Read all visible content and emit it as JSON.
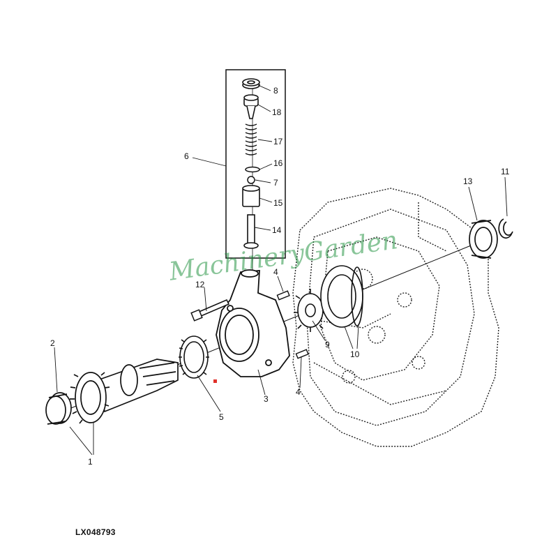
{
  "diagram": {
    "reference_code": "LX048793",
    "watermark": "MachineryGarden",
    "callouts": [
      {
        "id": "c1",
        "label": "1"
      },
      {
        "id": "c2",
        "label": "2"
      },
      {
        "id": "c3",
        "label": "3"
      },
      {
        "id": "c4a",
        "label": "4"
      },
      {
        "id": "c4b",
        "label": "4"
      },
      {
        "id": "c5",
        "label": "5"
      },
      {
        "id": "c6",
        "label": "6"
      },
      {
        "id": "c7",
        "label": "7"
      },
      {
        "id": "c8",
        "label": "8"
      },
      {
        "id": "c9",
        "label": "9"
      },
      {
        "id": "c10",
        "label": "10"
      },
      {
        "id": "c11",
        "label": "11"
      },
      {
        "id": "c12",
        "label": "12"
      },
      {
        "id": "c13",
        "label": "13"
      },
      {
        "id": "c14",
        "label": "14"
      },
      {
        "id": "c15",
        "label": "15"
      },
      {
        "id": "c16",
        "label": "16"
      },
      {
        "id": "c17",
        "label": "17"
      },
      {
        "id": "c18",
        "label": "18"
      }
    ],
    "colors": {
      "line": "#111111",
      "watermark": "#2e9646",
      "marker": "#e0302a"
    }
  }
}
